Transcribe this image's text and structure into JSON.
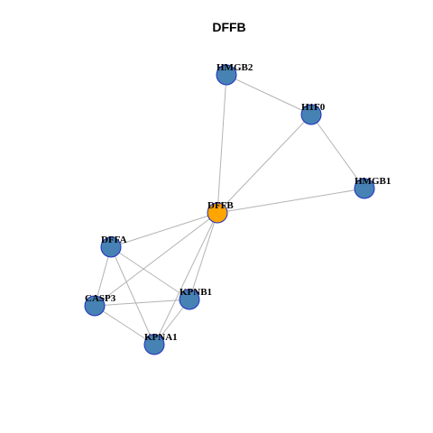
{
  "title": "DFFB",
  "colors": {
    "center_node": "#ffa500",
    "node": "#4682b4",
    "node_border": "#1f2fbf",
    "edge": "#b3b3b3"
  },
  "nodes": [
    {
      "id": "HMGB2",
      "label": "HMGB2"
    },
    {
      "id": "H1F0",
      "label": "H1F0"
    },
    {
      "id": "HMGB1",
      "label": "HMGB1"
    },
    {
      "id": "DFFB",
      "label": "DFFB",
      "center": true
    },
    {
      "id": "DFFA",
      "label": "DFFA"
    },
    {
      "id": "CASP3",
      "label": "CASP3"
    },
    {
      "id": "KPNB1",
      "label": "KPNB1"
    },
    {
      "id": "KPNA1",
      "label": "KPNA1"
    }
  ],
  "edges": [
    [
      "HMGB2",
      "H1F0"
    ],
    [
      "HMGB2",
      "DFFB"
    ],
    [
      "H1F0",
      "HMGB1"
    ],
    [
      "H1F0",
      "DFFB"
    ],
    [
      "HMGB1",
      "DFFB"
    ],
    [
      "DFFB",
      "DFFA"
    ],
    [
      "DFFB",
      "CASP3"
    ],
    [
      "DFFB",
      "KPNB1"
    ],
    [
      "DFFB",
      "KPNA1"
    ],
    [
      "DFFA",
      "CASP3"
    ],
    [
      "DFFA",
      "KPNB1"
    ],
    [
      "DFFA",
      "KPNA1"
    ],
    [
      "CASP3",
      "KPNB1"
    ],
    [
      "CASP3",
      "KPNA1"
    ],
    [
      "KPNB1",
      "KPNA1"
    ]
  ]
}
